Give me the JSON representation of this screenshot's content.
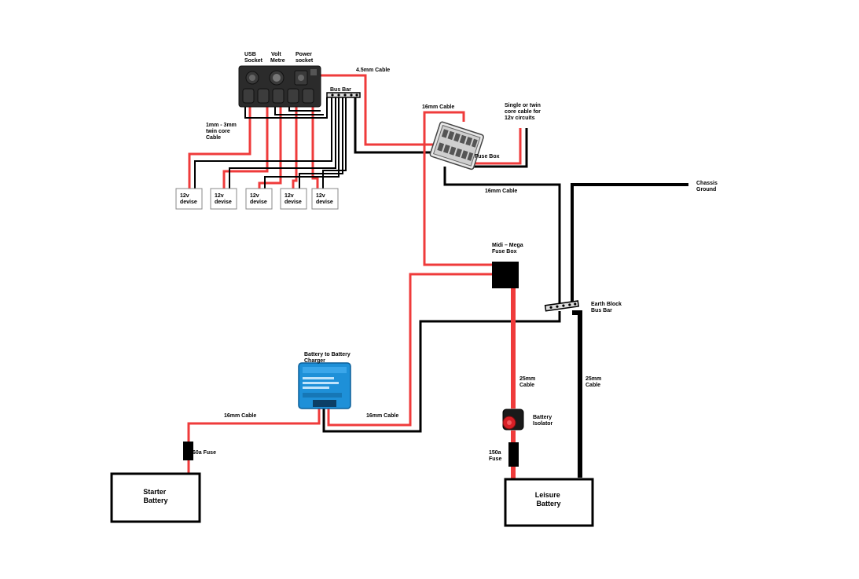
{
  "panel": {
    "usb_label": [
      "USB",
      "Socket"
    ],
    "volt_label": [
      "Volt",
      "Metre"
    ],
    "power_label": [
      "Power",
      "socket"
    ]
  },
  "labels": {
    "cable_4_5mm": "4.5mm Cable",
    "bus_bar": "Bus Bar",
    "twin_core": [
      "1mm - 3mm",
      "twin core",
      "Cable"
    ],
    "cable_16mm_top": "16mm Cable",
    "single_twin": [
      "Single or twin",
      "core cable for",
      "12v circuits"
    ],
    "fuse_box": "Fuse Box",
    "cable_16mm_mid": "16mm Cable",
    "chassis_ground": [
      "Chassis",
      "Ground"
    ],
    "midi_mega": [
      "Midi – Mega",
      "Fuse Box"
    ],
    "earth_block": [
      "Earth Block",
      "Bus Bar"
    ],
    "b2b_charger": [
      "Battery to Battery",
      "Charger"
    ],
    "cable_16mm_left": "16mm Cable",
    "cable_16mm_right": "16mm Cable",
    "cable_25mm_left": [
      "25mm",
      "Cable"
    ],
    "cable_25mm_right": [
      "25mm",
      "Cable"
    ],
    "battery_isolator": [
      "Battery",
      "Isolator"
    ],
    "fuse_150a": [
      "150a",
      "Fuse"
    ],
    "fuse_60a": "60a Fuse",
    "starter_battery": [
      "Starter",
      "Battery"
    ],
    "leisure_battery": [
      "Leisure",
      "Battery"
    ]
  },
  "devices": [
    [
      "12v",
      "devise"
    ],
    [
      "12v",
      "devise"
    ],
    [
      "12v",
      "devise"
    ],
    [
      "12v",
      "devise"
    ],
    [
      "12v",
      "devise"
    ]
  ],
  "colors": {
    "positive": "#ef3b3b",
    "negative": "#000000",
    "charger": "#1e90d8"
  }
}
